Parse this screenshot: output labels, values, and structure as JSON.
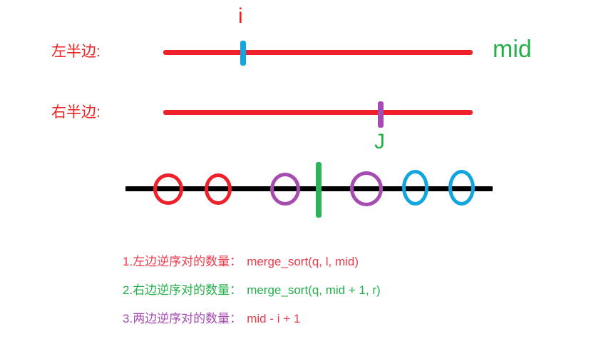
{
  "diagram": {
    "title_colors": {
      "red": "#ee2222",
      "bright_red": "#ee2029",
      "green": "#23b04b",
      "purple": "#a64bb0",
      "blue": "#12a5e0",
      "black": "#000000"
    },
    "rows": [
      {
        "label": "左半边:",
        "color": "#ee2222"
      },
      {
        "label": "右半边:",
        "color": "#ee2222"
      }
    ],
    "pointers": [
      {
        "name": "i",
        "label": "i",
        "color": "#ee2222",
        "tick_color": "#12a5e0"
      },
      {
        "name": "mid",
        "label": "mid",
        "color": "#23b04b"
      },
      {
        "name": "j",
        "label": "J",
        "color": "#23b04b",
        "tick_color": "#a64bb0"
      }
    ],
    "array_nodes": [
      {
        "index": 0,
        "color": "#ee2029",
        "group": "left-red"
      },
      {
        "index": 1,
        "color": "#ee2029",
        "group": "left-red"
      },
      {
        "index": 2,
        "color": "#a64bb0",
        "group": "left-purple"
      },
      {
        "index": 3,
        "color": "#a64bb0",
        "group": "right-purple"
      },
      {
        "index": 4,
        "color": "#12a5e0",
        "group": "right-blue"
      },
      {
        "index": 5,
        "color": "#12a5e0",
        "group": "right-blue"
      }
    ],
    "divider": {
      "name": "mid-divider",
      "color": "#2bb45c"
    },
    "notes": [
      {
        "number": "1.",
        "description": "左边逆序对的数量：",
        "code": "merge_sort(q, l, mid)",
        "desc_color": "#ee3b4b",
        "code_color": "#ee3b4b"
      },
      {
        "number": "2.",
        "description": "右边逆序对的数量：",
        "code": "merge_sort(q, mid + 1, r)",
        "desc_color": "#23b04b",
        "code_color": "#23b04b"
      },
      {
        "number": "3.",
        "description": "两边逆序对的数量：",
        "code": "mid - i + 1",
        "desc_color": "#a64bb0",
        "code_color": "#ee3b4b"
      }
    ]
  }
}
